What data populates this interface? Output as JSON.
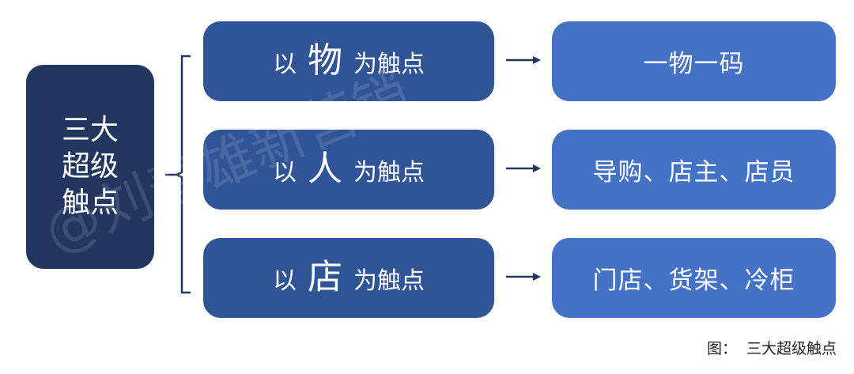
{
  "root": {
    "lines": [
      "三大",
      "超级",
      "触点"
    ]
  },
  "touchpoints": [
    {
      "prefix": "以",
      "key": "物",
      "suffix": "为触点",
      "result": "一物一码"
    },
    {
      "prefix": "以",
      "key": "人",
      "suffix": "为触点",
      "result": "导购、店主、店员"
    },
    {
      "prefix": "以",
      "key": "店",
      "suffix": "为触点",
      "result": "门店、货架、冷柜"
    }
  ],
  "caption": {
    "label": "图：",
    "text": "三大超级触点"
  },
  "watermark": "@刘春雄新营销",
  "colors": {
    "root": "#22375f",
    "middle": "#2f5597",
    "right": "#4472c4",
    "connector": "#22375f"
  }
}
